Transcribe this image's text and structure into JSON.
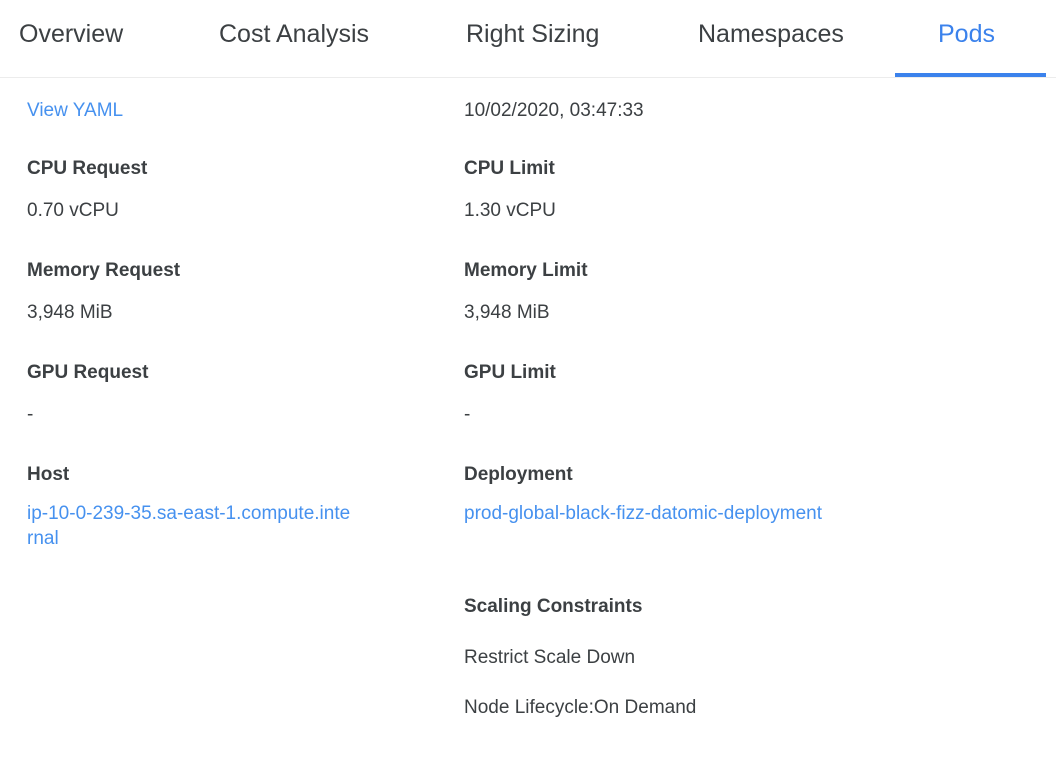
{
  "tabs": [
    {
      "label": "Overview",
      "active": false
    },
    {
      "label": "Cost Analysis",
      "active": false
    },
    {
      "label": "Right Sizing",
      "active": false
    },
    {
      "label": "Namespaces",
      "active": false
    },
    {
      "label": "Pods",
      "active": true
    }
  ],
  "colors": {
    "accent": "#3b82ec",
    "link": "#4691ef",
    "text": "#3c4043",
    "divider": "#ececec",
    "background": "#ffffff"
  },
  "pod_detail": {
    "view_yaml_link": "View YAML",
    "timestamp": "10/02/2020, 03:47:33",
    "left_column": {
      "cpu_request_label": "CPU Request",
      "cpu_request_value": "0.70 vCPU",
      "memory_request_label": "Memory Request",
      "memory_request_value": "3,948 MiB",
      "gpu_request_label": "GPU Request",
      "gpu_request_value": "-",
      "host_label": "Host",
      "host_value": "ip-10-0-239-35.sa-east-1.compute.internal"
    },
    "right_column": {
      "cpu_limit_label": "CPU Limit",
      "cpu_limit_value": "1.30 vCPU",
      "memory_limit_label": "Memory Limit",
      "memory_limit_value": "3,948 MiB",
      "gpu_limit_label": "GPU Limit",
      "gpu_limit_value": "-",
      "deployment_label": "Deployment",
      "deployment_value": "prod-global-black-fizz-datomic-deployment",
      "scaling_constraints_label": "Scaling Constraints",
      "scaling_constraints": [
        "Restrict Scale Down",
        "Node Lifecycle:On Demand"
      ]
    }
  }
}
